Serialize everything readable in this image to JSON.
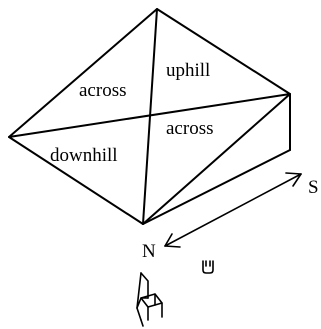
{
  "diagram": {
    "regions": {
      "uphill": "uphill",
      "across_top": "across",
      "across_right": "across",
      "downhill": "downhill"
    },
    "directions": {
      "south": "S",
      "north": "N"
    }
  }
}
